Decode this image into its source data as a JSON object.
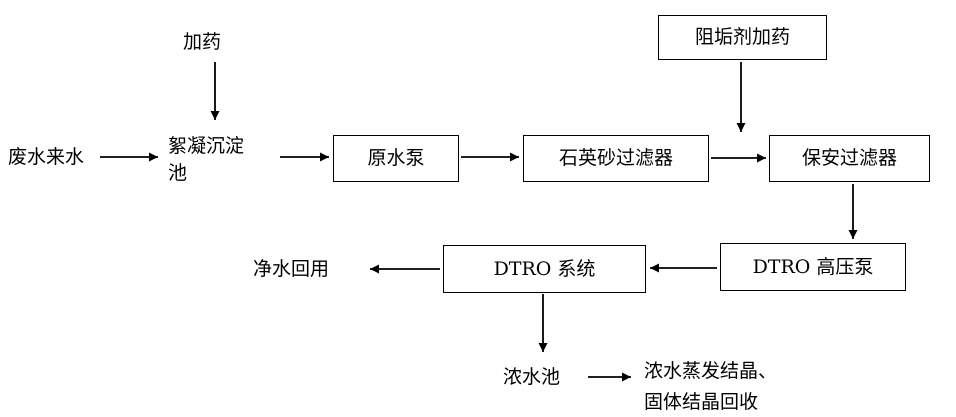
{
  "diagram": {
    "dosing_label": "加药",
    "wastewater_inflow": "废水来水",
    "flocculation_tank_line1": "絮凝沉淀",
    "flocculation_tank_line2": "池",
    "raw_water_pump": "原水泵",
    "quartz_sand_filter": "石英砂过滤器",
    "scale_inhibitor_dosing": "阻垢剂加药",
    "security_filter": "保安过滤器",
    "dtro_high_pressure_pump": "DTRO 高压泵",
    "dtro_system": "DTRO 系统",
    "clean_water_reuse": "净水回用",
    "concentrate_pool": "浓水池",
    "concentrate_treatment_line1": "浓水蒸发结晶、",
    "concentrate_treatment_line2": "固体结晶回收"
  }
}
